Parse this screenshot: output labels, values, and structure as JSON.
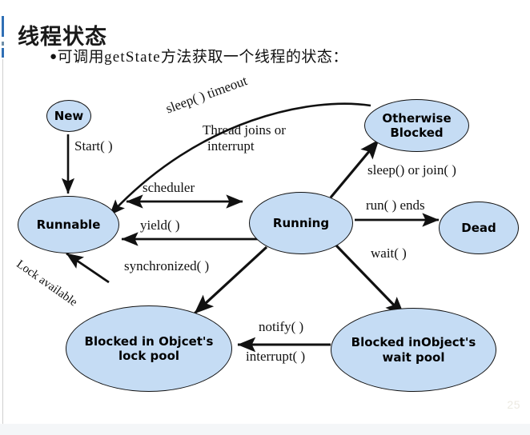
{
  "slide": {
    "title": "线程状态",
    "bullet": {
      "marker": "●",
      "text_before": "可调用",
      "code": "getState",
      "text_after": "方法获取一个线程的状态："
    },
    "page_number": "25",
    "accent_color": "#2f6fb5",
    "node_fill_color": "#c5dcf4",
    "node_stroke_color": "#111111"
  },
  "diagram": {
    "type": "state-diagram",
    "nodes": [
      {
        "id": "new",
        "label": "New"
      },
      {
        "id": "runnable",
        "label": "Runnable"
      },
      {
        "id": "running",
        "label": "Running"
      },
      {
        "id": "otherwise-blocked",
        "label": "Otherwise\nBlocked",
        "line1": "Otherwise",
        "line2": "Blocked"
      },
      {
        "id": "dead",
        "label": "Dead"
      },
      {
        "id": "lock-pool",
        "label": "Blocked in Objcet's lock pool",
        "line1": "Blocked in Objcet's",
        "line2": "lock pool"
      },
      {
        "id": "wait-pool",
        "label": "Blocked inObject's wait pool",
        "line1": "Blocked inObject's",
        "line2": "wait  pool"
      }
    ],
    "edges": [
      {
        "id": "new-to-runnable",
        "label": "Start( )",
        "from": "new",
        "to": "runnable"
      },
      {
        "id": "blocked-to-runnable",
        "label": "sleep( ) timeout",
        "from": "otherwise-blocked",
        "to": "runnable"
      },
      {
        "id": "blocked-to-runnable-2",
        "label_line1": "Thread joins or",
        "label_line2": "interrupt",
        "from": "otherwise-blocked",
        "to": "runnable"
      },
      {
        "id": "runnable-to-running",
        "label": "scheduler",
        "from": "runnable",
        "to": "running"
      },
      {
        "id": "running-to-runnable",
        "label": "yield( )",
        "from": "running",
        "to": "runnable"
      },
      {
        "id": "running-to-blocked",
        "label": "sleep() or join( )",
        "from": "running",
        "to": "otherwise-blocked"
      },
      {
        "id": "running-to-dead",
        "label": "run( ) ends",
        "from": "running",
        "to": "dead"
      },
      {
        "id": "running-to-wait-pool",
        "label": "wait( )",
        "from": "running",
        "to": "wait-pool"
      },
      {
        "id": "running-to-lock-pool",
        "label": "synchronized( )",
        "from": "running",
        "to": "lock-pool"
      },
      {
        "id": "lock-pool-to-runnable",
        "label": "Lock available",
        "from": "lock-pool",
        "to": "runnable"
      },
      {
        "id": "wait-pool-to-lock-pool",
        "label": "notify( )",
        "from": "wait-pool",
        "to": "lock-pool"
      },
      {
        "id": "wait-pool-to-lock-pool-2",
        "label": "interrupt( )",
        "from": "wait-pool",
        "to": "lock-pool"
      }
    ]
  }
}
